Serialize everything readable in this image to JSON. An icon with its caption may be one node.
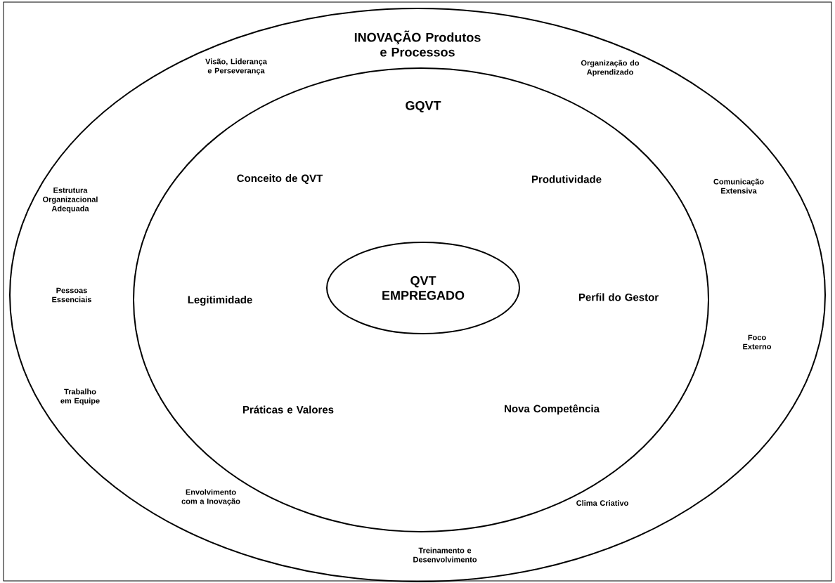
{
  "diagram": {
    "nodes": [
      {
        "text": [
          "INOVAÇÃO Produtos e Processos"
        ]
      },
      {
        "text": [
          "GQVT"
        ],
        "in": 0
      },
      {
        "text": [
          "QVT EMPREGADO"
        ],
        "in": 1
      }
    ],
    "labels": [
      "Visão, Liderança e Perseverança",
      "Organização do Aprendizado",
      "Estrutura Organizacional Adequada",
      "Conceito de QVT",
      "Produtividade",
      "Comunicação Extensiva",
      "Pessoas Essenciais",
      "Legitimidade",
      "Perfil do Gestor",
      "Foco Externo",
      "Trabalho em Equipe",
      "Práticas e Valores",
      "Nova Competência",
      "Envolvimento com a Inovação",
      "Clima Criativo",
      "Treinamento e Desenvolvimento"
    ]
  }
}
